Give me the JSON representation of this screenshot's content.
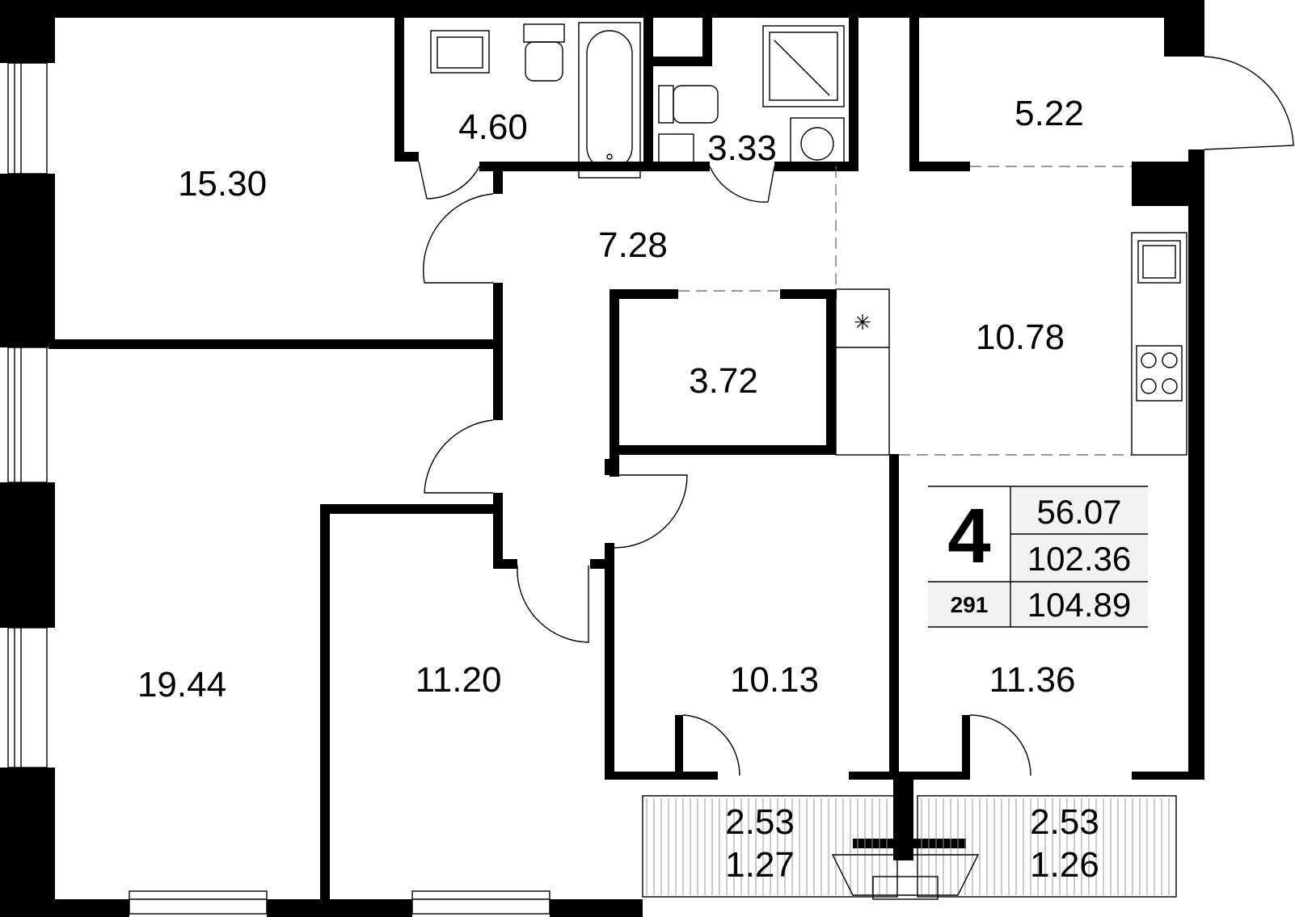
{
  "rooms": {
    "r1": "15.30",
    "r2": "4.60",
    "r3": "3.33",
    "r4": "5.22",
    "r5": "7.28",
    "r6": "3.72",
    "r7": "10.78",
    "r8": "19.44",
    "r9": "11.20",
    "r10": "10.13",
    "r11": "11.36",
    "b1_top": "2.53",
    "b1_bottom": "1.27",
    "b2_top": "2.53",
    "b2_bottom": "1.26"
  },
  "legend": {
    "rooms_count": "4",
    "living_area": "56.07",
    "total_area": "102.36",
    "total_with_balcony": "104.89",
    "apartment_number": "291"
  },
  "colors": {
    "wall": "#000000",
    "background": "#ffffff",
    "dashed_line": "#777777"
  }
}
